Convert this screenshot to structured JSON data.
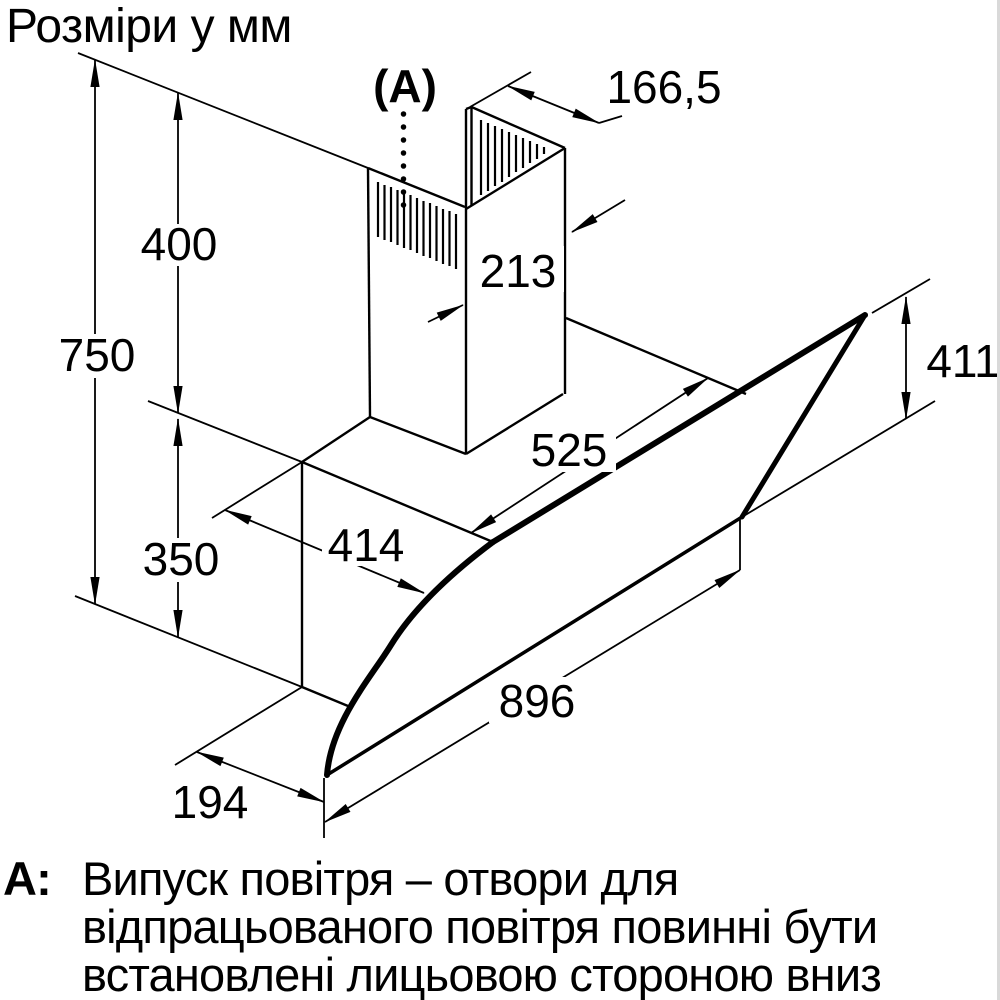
{
  "title": "Розміри у мм",
  "note": {
    "prefix": "А:",
    "line1": "Випуск повітря – отвори для",
    "line2": "відпрацьованого повітря повинні бути",
    "line3": "встановлені лицьовою стороною вниз"
  },
  "labels": {
    "marker_a": "(A)",
    "d166": "166,5",
    "d213": "213",
    "d400": "400",
    "d750": "750",
    "d411": "411",
    "d525": "525",
    "d414": "414",
    "d350": "350",
    "d896": "896",
    "d194": "194"
  },
  "colors": {
    "ink": "#000000",
    "background": "#ffffff"
  }
}
